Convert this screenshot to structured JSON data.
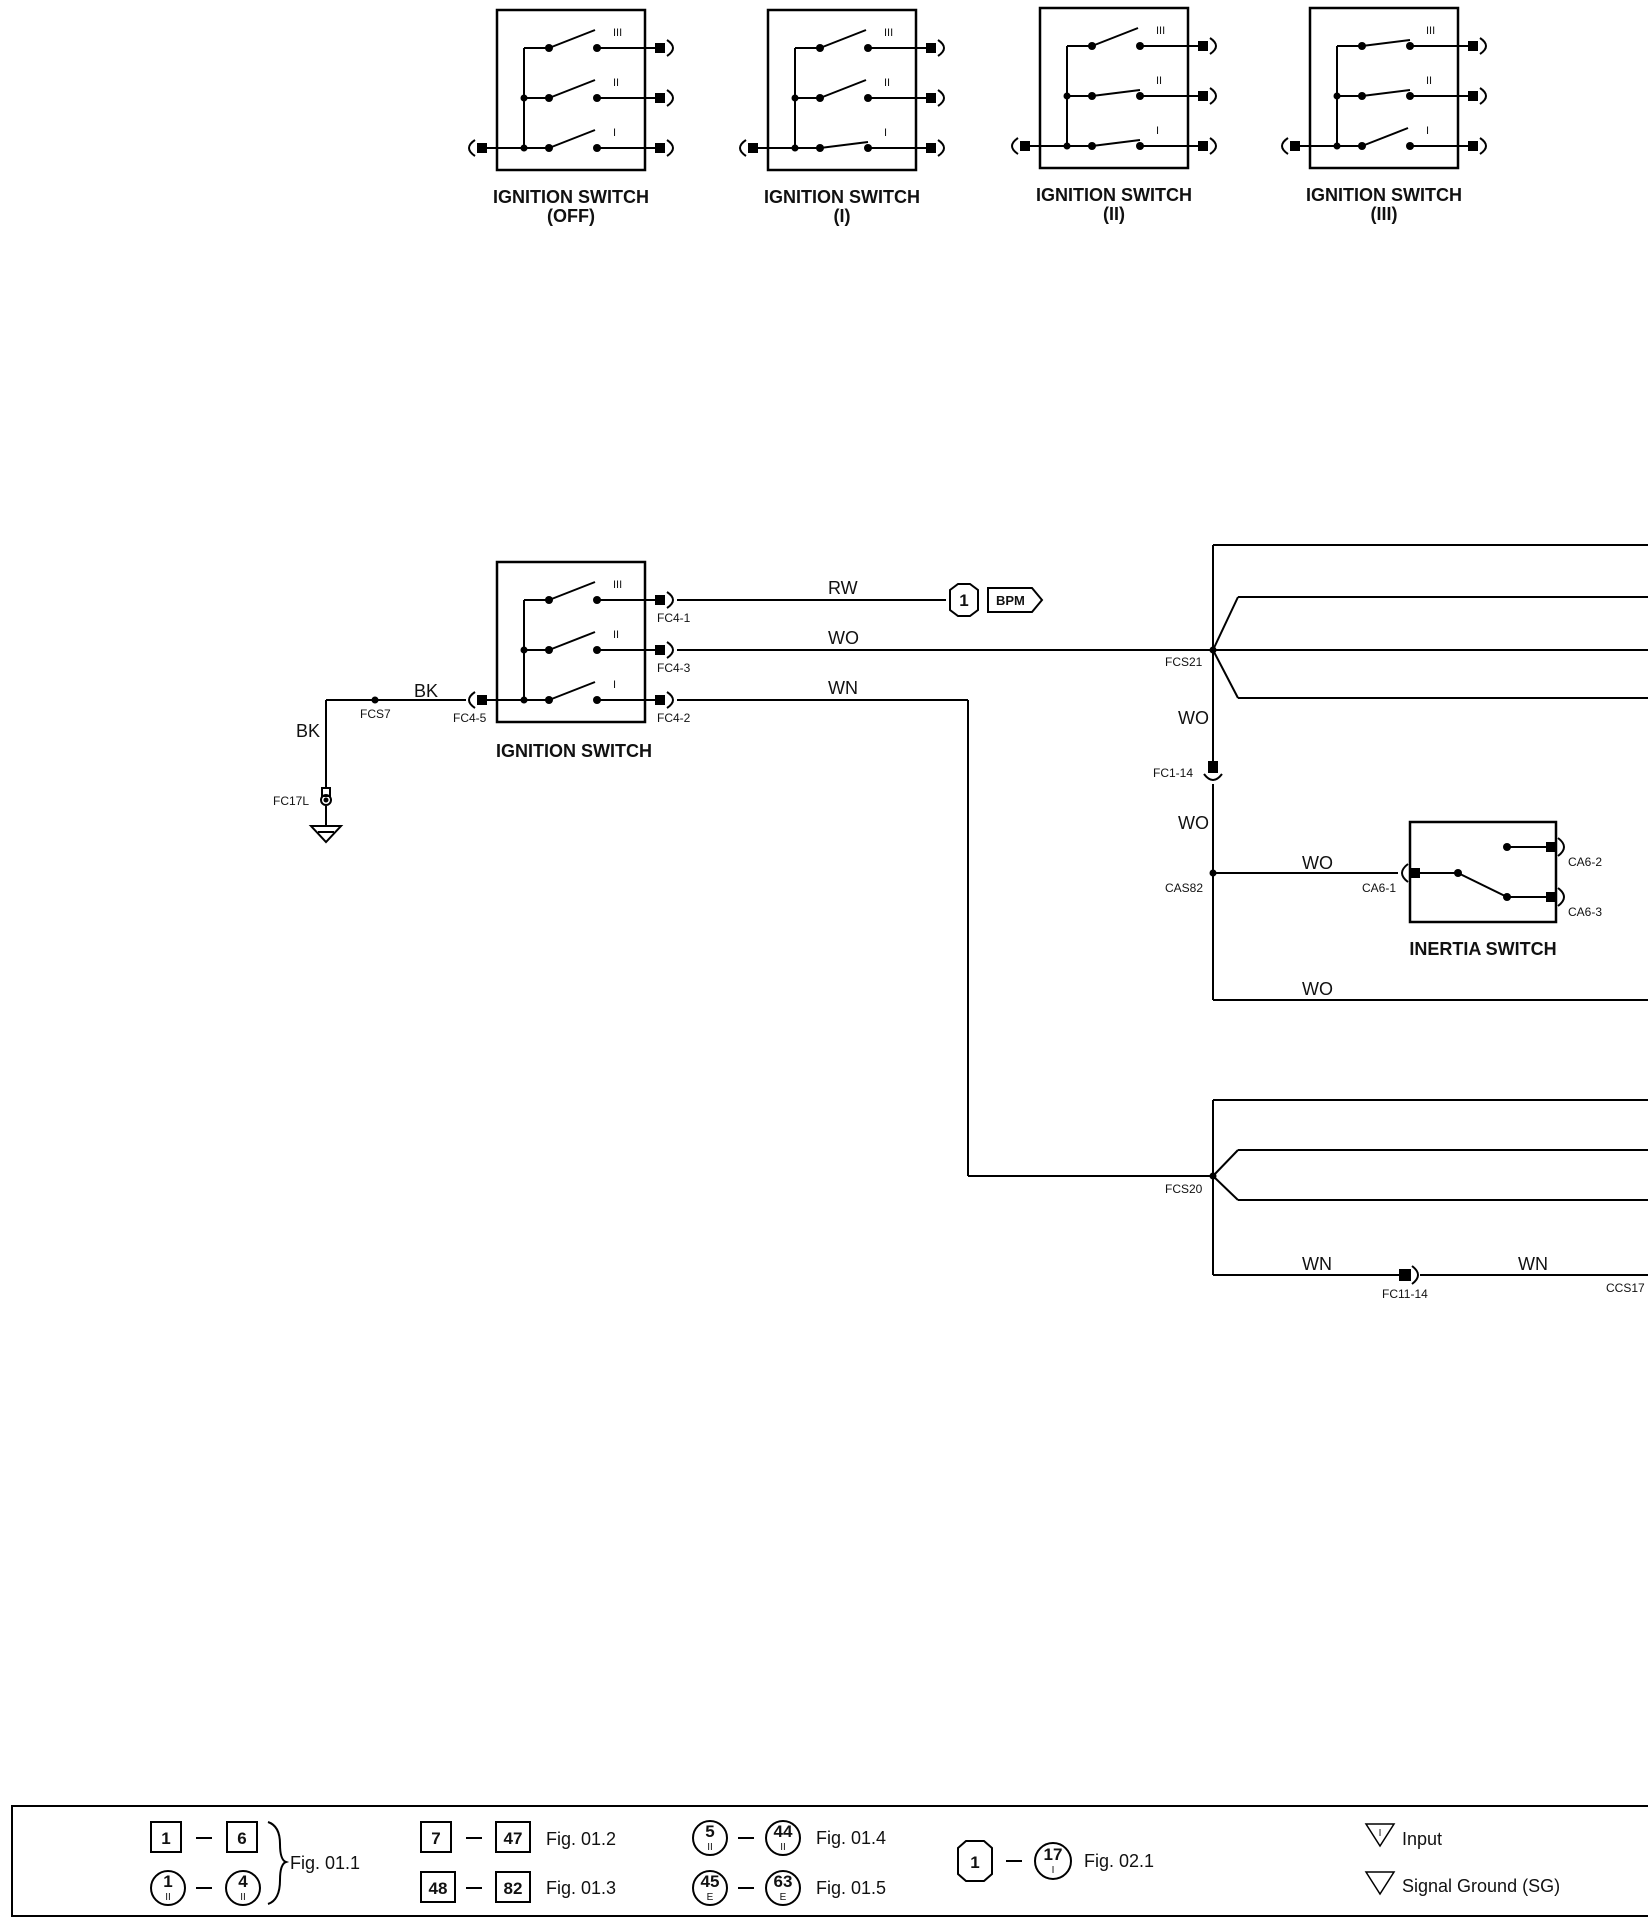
{
  "top_switches": [
    {
      "title": "IGNITION SWITCH",
      "state": "(OFF)"
    },
    {
      "title": "IGNITION SWITCH",
      "state": "(I)"
    },
    {
      "title": "IGNITION SWITCH",
      "state": "(II)"
    },
    {
      "title": "IGNITION SWITCH",
      "state": "(III)"
    }
  ],
  "switch_positions": [
    "III",
    "II",
    "I"
  ],
  "main_switch": {
    "title": "IGNITION SWITCH",
    "pins": {
      "out1": "FC4-1",
      "out2": "FC4-3",
      "out3": "FC4-2",
      "input": "FC4-5"
    }
  },
  "wires": {
    "rw": "RW",
    "wo": "WO",
    "wn": "WN",
    "bk": "BK"
  },
  "splices": {
    "fcs7": "FCS7",
    "fcs21": "FCS21",
    "fcs20": "FCS20",
    "cas82": "CAS82",
    "ccs17": "CCS17"
  },
  "connectors": {
    "fc17l": "FC17L",
    "fc1_14": "FC1-14",
    "fc11_14": "FC11-14"
  },
  "reference": {
    "number": "1",
    "module": "BPM"
  },
  "inertia_switch": {
    "title": "INERTIA SWITCH",
    "pins": {
      "in": "CA6-1",
      "out_a": "CA6-2",
      "out_b": "CA6-3"
    }
  },
  "legend": {
    "fig_01_1": {
      "a": "1",
      "b": "6",
      "c": "1",
      "c_sub": "II",
      "d": "4",
      "d_sub": "II",
      "label": "Fig. 01.1"
    },
    "fig_01_2": {
      "a": "7",
      "b": "47",
      "label": "Fig. 01.2"
    },
    "fig_01_3": {
      "a": "48",
      "b": "82",
      "label": "Fig. 01.3"
    },
    "fig_01_4": {
      "a": "5",
      "a_sub": "II",
      "b": "44",
      "b_sub": "II",
      "label": "Fig. 01.4"
    },
    "fig_01_5": {
      "a": "45",
      "a_sub": "E",
      "b": "63",
      "b_sub": "E",
      "label": "Fig. 01.5"
    },
    "fig_02_1": {
      "a": "1",
      "b": "17",
      "b_sub": "I",
      "label": "Fig. 02.1"
    },
    "input": {
      "symbol": "I",
      "label": "Input"
    },
    "signal_ground": {
      "label": "Signal Ground (SG)"
    }
  }
}
